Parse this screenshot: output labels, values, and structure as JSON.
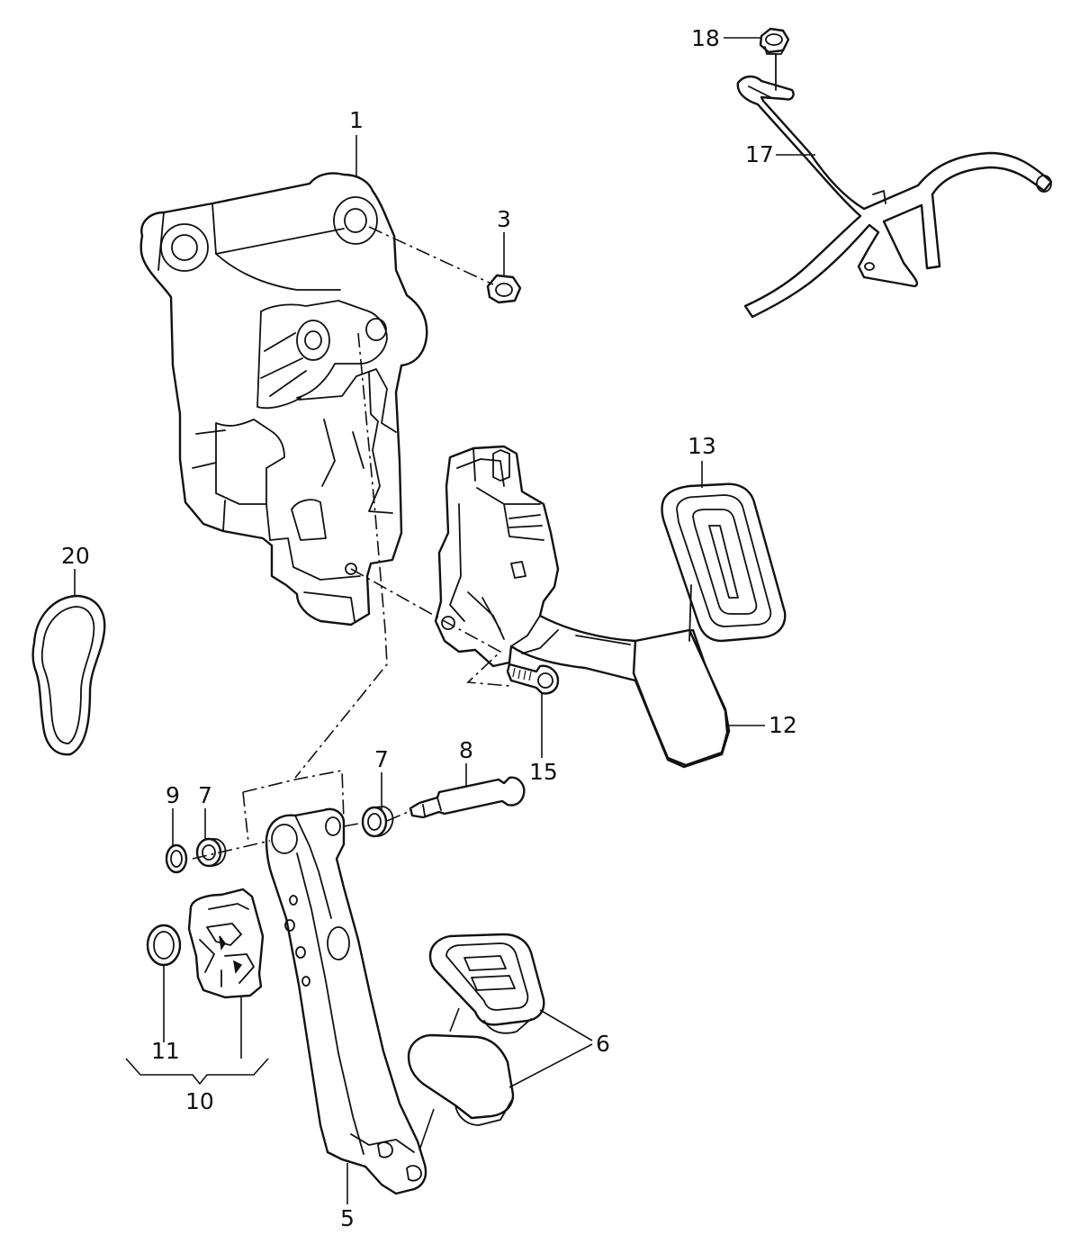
{
  "callouts": {
    "c1": "1",
    "c3": "3",
    "c5": "5",
    "c6": "6",
    "c7a": "7",
    "c7b": "7",
    "c8": "8",
    "c9": "9",
    "c10": "10",
    "c11": "11",
    "c12": "12",
    "c13": "13",
    "c15": "15",
    "c17": "17",
    "c18": "18",
    "c20": "20"
  },
  "colors": {
    "line": "#111111",
    "background": "#ffffff"
  }
}
